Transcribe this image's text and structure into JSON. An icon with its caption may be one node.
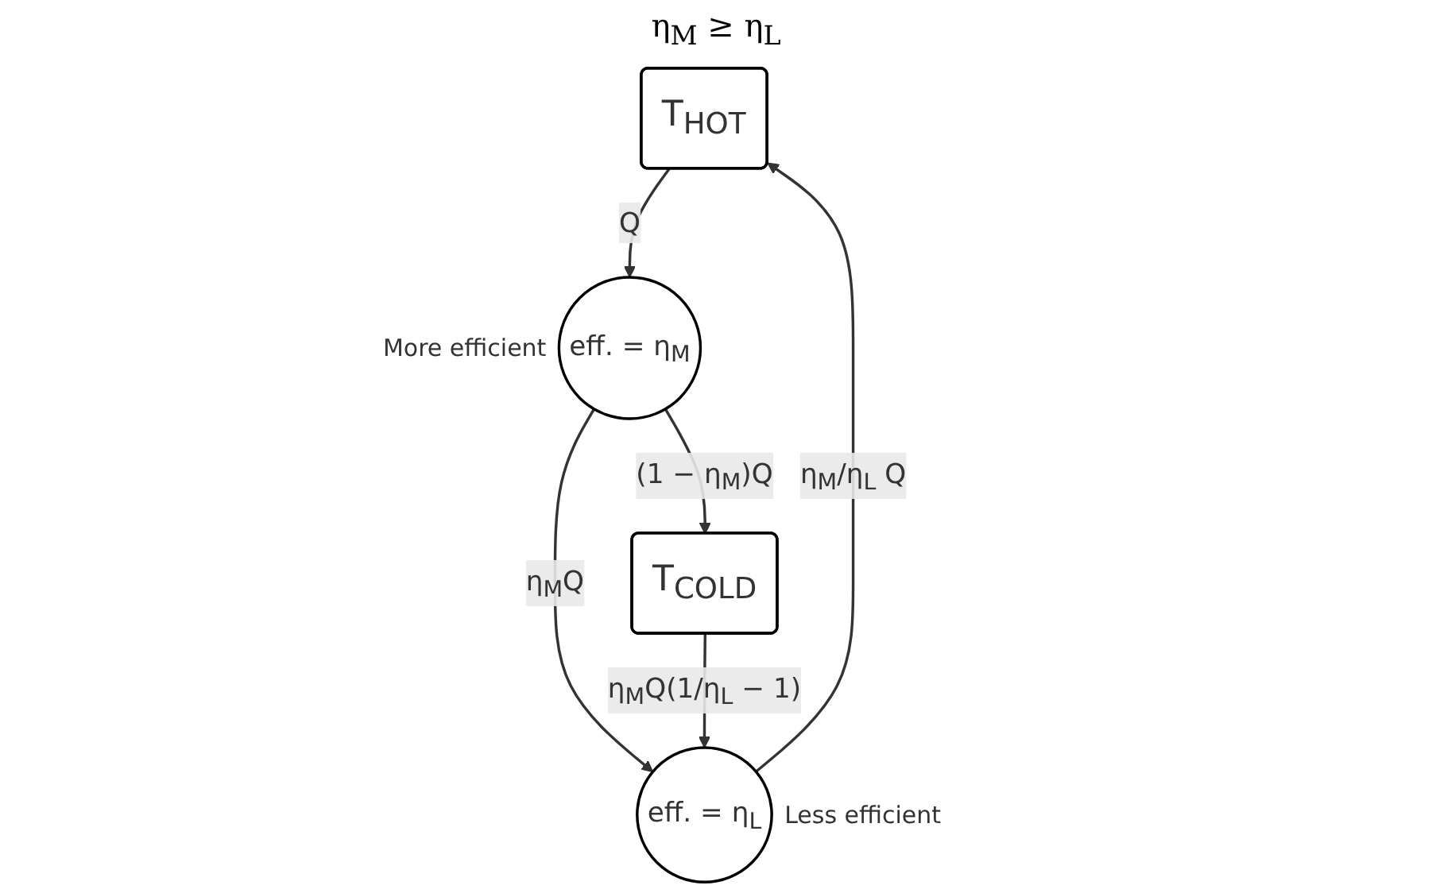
{
  "diagram": {
    "nodes": [
      {
        "text": [
          "T$_{HOT}$"
        ]
      },
      {
        "text": [
          "eff. = η$_{M}$"
        ],
        "beside": [
          "More efficient"
        ]
      },
      {
        "text": [
          "eff. = η$_{L}$"
        ],
        "beside": [
          "Less efficient"
        ]
      },
      {
        "text": [
          "T$_{COLD}$"
        ]
      }
    ],
    "edges": [
      {
        "from": 0,
        "to": 1,
        "arrow": "to",
        "label": "Q"
      },
      {
        "from": 1,
        "to": 3,
        "arrow": "to",
        "label": "(1 − η$_{M}$)Q"
      },
      {
        "from": 1,
        "to": 2,
        "arrow": "to",
        "label": "η$_{M}$Q"
      },
      {
        "from": 3,
        "to": 2,
        "arrow": "to",
        "label": "η$_{M}$Q(1/η$_{L}$ − 1)"
      },
      {
        "from": 2,
        "to": 0,
        "arrow": "to",
        "label": "η$_{M}$/η$_{L}$ Q"
      }
    ],
    "labels": [
      "η$_{M}$ ≥ η$_{L}$"
    ]
  }
}
